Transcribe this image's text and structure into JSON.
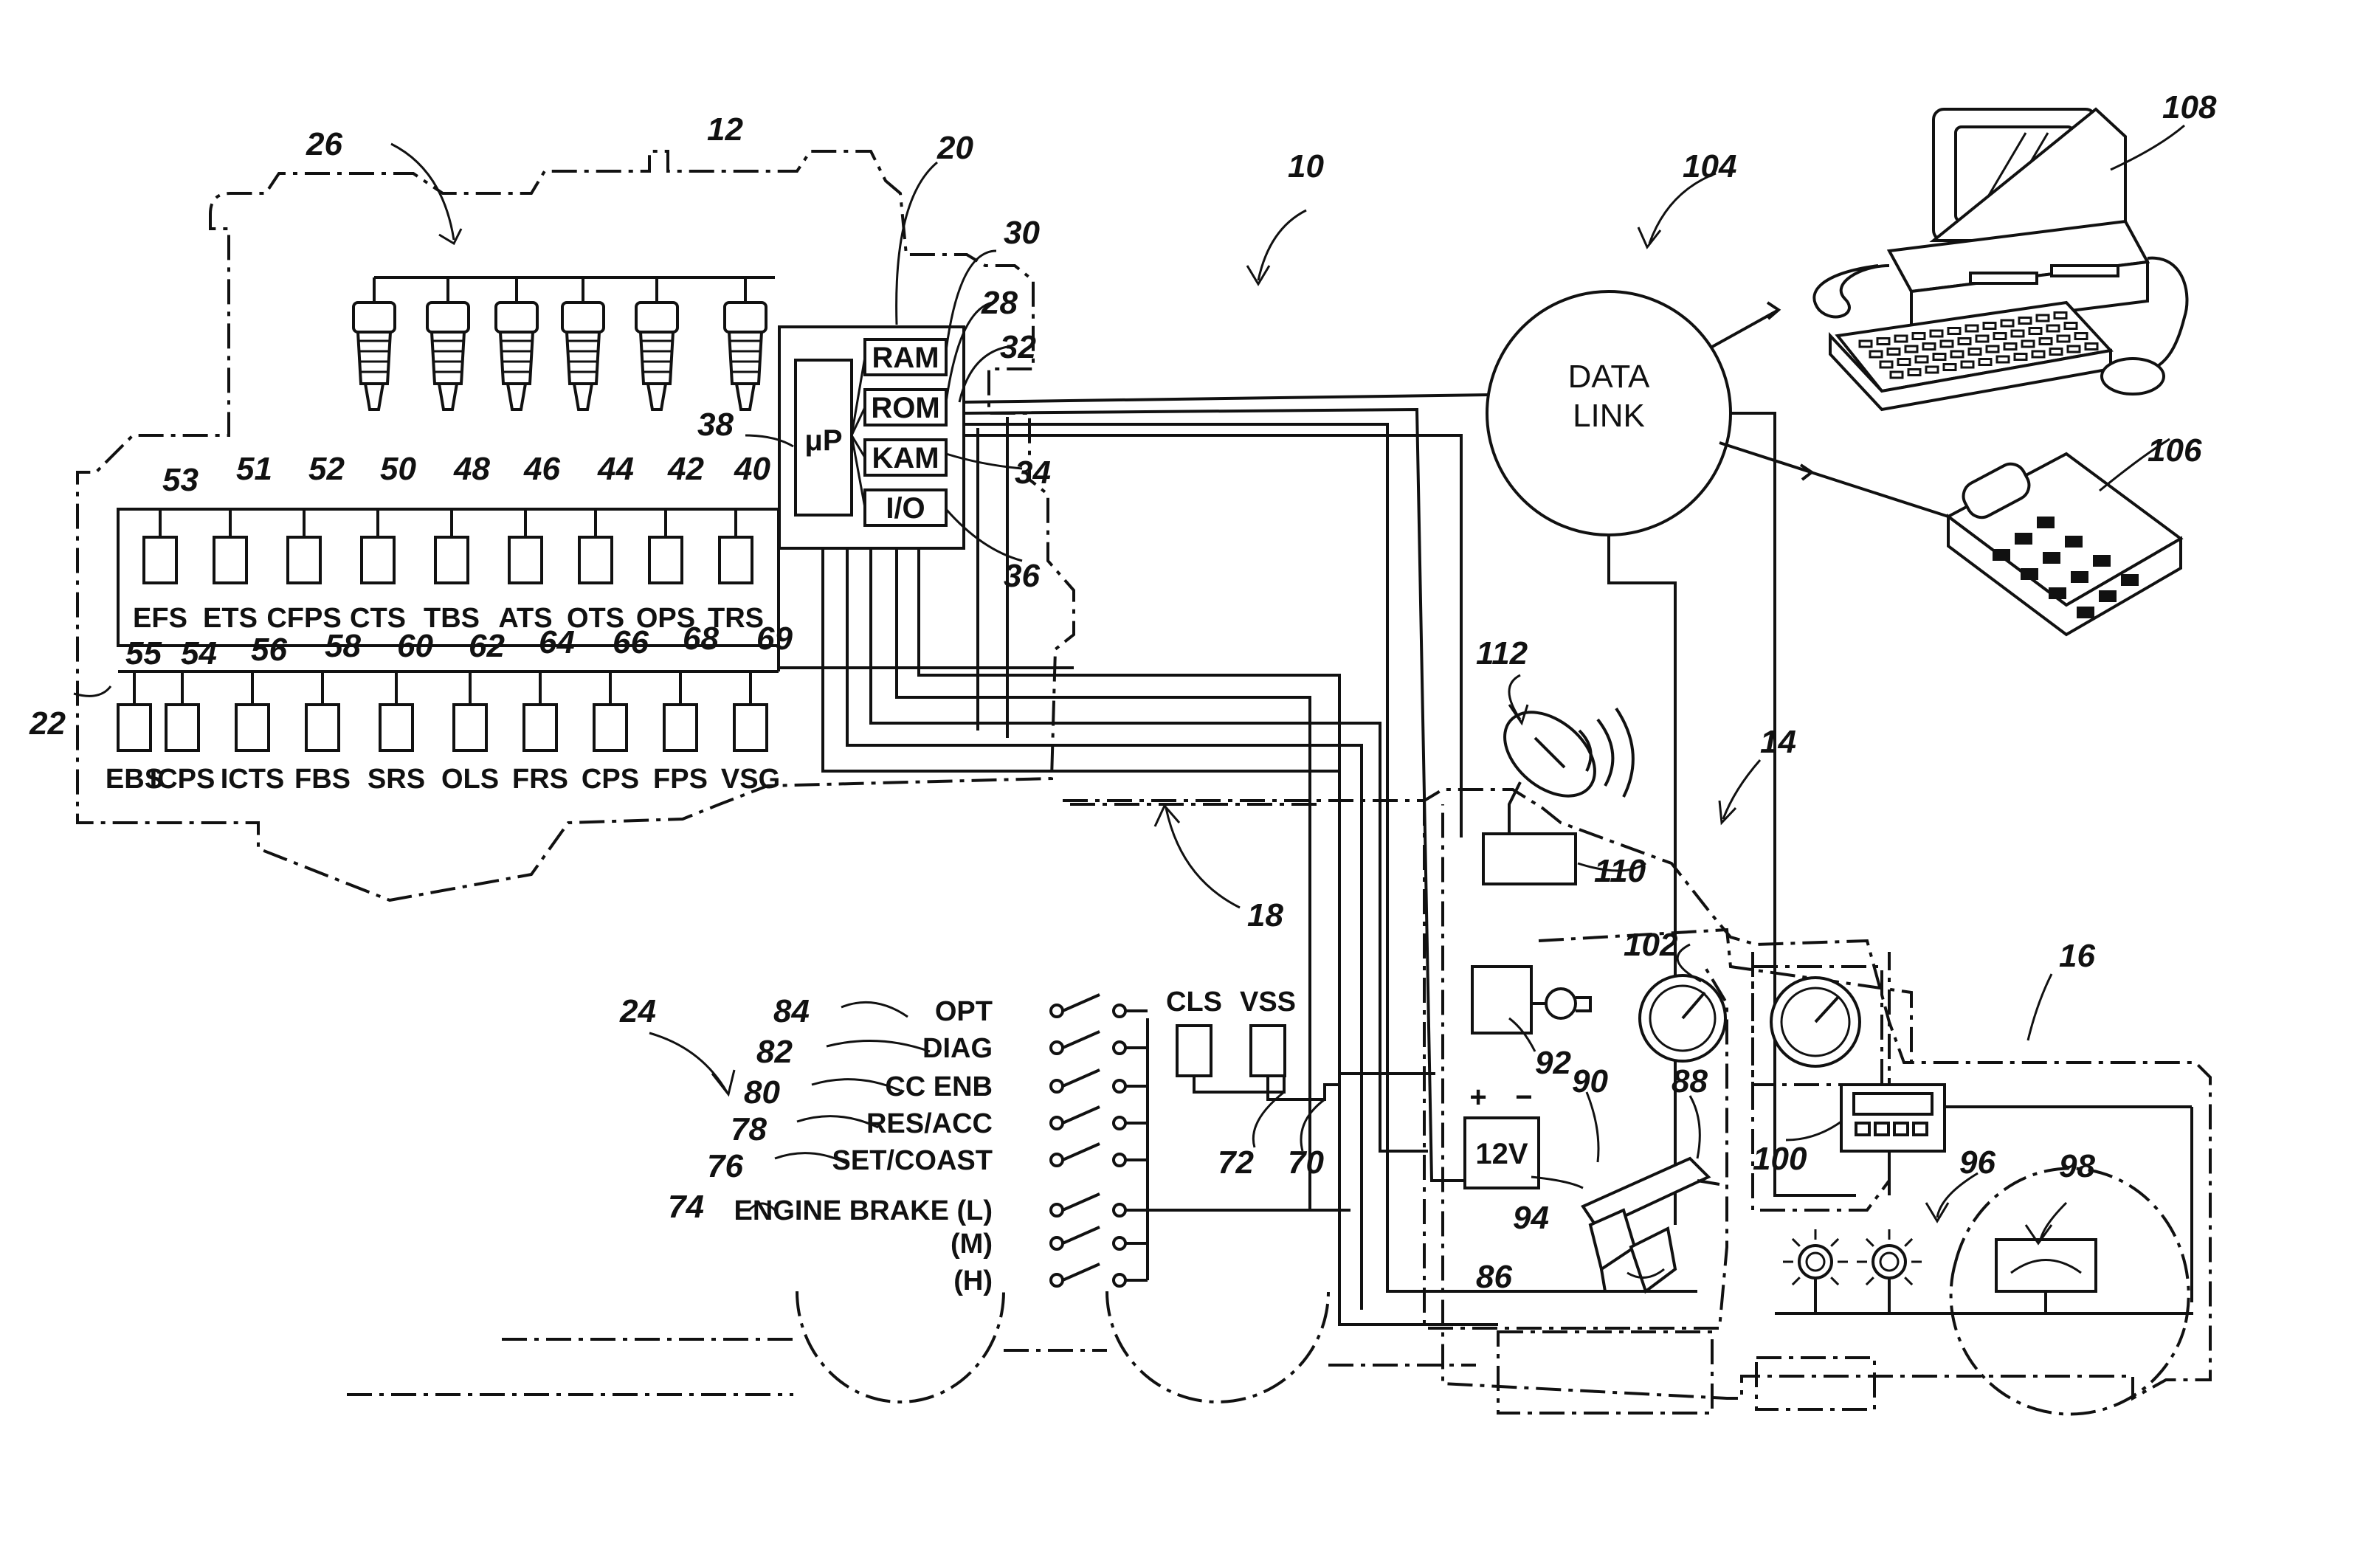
{
  "refs": {
    "r10": "10",
    "r12": "12",
    "r14": "14",
    "r16": "16",
    "r18": "18",
    "r20": "20",
    "r22": "22",
    "r24": "24",
    "r26": "26",
    "r28": "28",
    "r30": "30",
    "r32": "32",
    "r34": "34",
    "r36": "36",
    "r38": "38",
    "r40": "40",
    "r42": "42",
    "r44": "44",
    "r46": "46",
    "r48": "48",
    "r50": "50",
    "r51": "51",
    "r52": "52",
    "r53": "53",
    "r54": "54",
    "r55": "55",
    "r56": "56",
    "r58": "58",
    "r60": "60",
    "r62": "62",
    "r64": "64",
    "r66": "66",
    "r68": "68",
    "r69": "69",
    "r70": "70",
    "r72": "72",
    "r74": "74",
    "r76": "76",
    "r78": "78",
    "r80": "80",
    "r82": "82",
    "r84": "84",
    "r86": "86",
    "r88": "88",
    "r90": "90",
    "r92": "92",
    "r94": "94",
    "r96": "96",
    "r98": "98",
    "r100": "100",
    "r102": "102",
    "r104": "104",
    "r106": "106",
    "r108": "108",
    "r110": "110",
    "r112": "112"
  },
  "ecm": {
    "micro": "μP",
    "ram": "RAM",
    "rom": "ROM",
    "kam": "KAM",
    "io": "I/O"
  },
  "data_link": {
    "line1": "DATA",
    "line2": "LINK"
  },
  "sensors_top": [
    "EFS",
    "ETS",
    "CFPS",
    "CTS",
    "TBS",
    "ATS",
    "OTS",
    "OPS",
    "TRS"
  ],
  "sensors_bottom": [
    "EBS",
    "ICPS",
    "ICTS",
    "FBS",
    "SRS",
    "OLS",
    "FRS",
    "CPS",
    "FPS",
    "VSG"
  ],
  "switches": {
    "opt": "OPT",
    "diag": "DIAG",
    "cc_enb": "CC ENB",
    "res_acc": "RES/ACC",
    "set_coast": "SET/COAST",
    "engine_brake": "ENGINE BRAKE (L)",
    "brake_m": "(M)",
    "brake_h": "(H)"
  },
  "switch_sensors": {
    "cls": "CLS",
    "vss": "VSS"
  },
  "battery": {
    "label": "12V",
    "plus": "+",
    "minus": "−"
  }
}
